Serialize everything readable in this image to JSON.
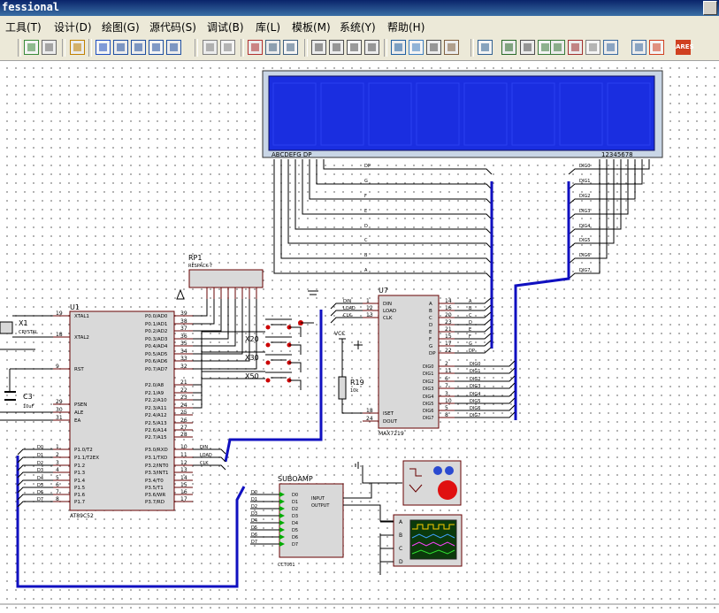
{
  "window": {
    "title": "fessional"
  },
  "menu": {
    "items": [
      "工具(T)",
      "设计(D)",
      "绘图(G)",
      "源代码(S)",
      "调试(B)",
      "库(L)",
      "模板(M)",
      "系统(Y)",
      "帮助(H)"
    ]
  },
  "toolbar": {
    "buttons": [
      "refresh-icon",
      "grid-icon",
      "origin-icon",
      "pan-icon",
      "zoom-in-icon",
      "zoom-out-icon",
      "zoom-all-icon",
      "zoom-area-icon",
      "undo-icon",
      "redo-icon",
      "cut-icon",
      "copy-icon",
      "paste-icon",
      "block-copy-icon",
      "block-move-icon",
      "block-rotate-icon",
      "block-delete-icon",
      "pick-device-icon",
      "make-device-icon",
      "packaging-tool-icon",
      "decompose-icon",
      "wire-autoroute-icon",
      "search-icon",
      "property-tool-icon",
      "design-explorer-icon",
      "new-sheet-icon",
      "remove-sheet-icon",
      "exit-to-parent-icon",
      "bill-of-materials-icon",
      "electrical-rule-check-icon",
      "netlist-to-ares-icon"
    ],
    "ares_label": "ARES"
  },
  "lcd": {
    "left_label": "ABCDEFG DP",
    "right_label": "12345678",
    "segment_nets": [
      "DP",
      "G",
      "F",
      "E",
      "D",
      "C",
      "B",
      "A"
    ],
    "digit_nets": [
      "DIG0",
      "DIG1",
      "DIG2",
      "DIG3",
      "DIG4",
      "DIG5",
      "DIG6",
      "DIG7"
    ]
  },
  "rp1": {
    "ref": "RP1",
    "value": "RESPACK-7"
  },
  "u1": {
    "ref": "U1",
    "part": "AT89C52",
    "left_pins": [
      {
        "num": "19",
        "name": "XTAL1"
      },
      {
        "num": "18",
        "name": "XTAL2"
      },
      {
        "num": "9",
        "name": "RST"
      },
      {
        "num": "29",
        "name": "PSEN"
      },
      {
        "num": "30",
        "name": "ALE"
      },
      {
        "num": "31",
        "name": "EA"
      },
      {
        "num": "1",
        "name": "P1.0/T2"
      },
      {
        "num": "2",
        "name": "P1.1/T2EX"
      },
      {
        "num": "3",
        "name": "P1.2"
      },
      {
        "num": "4",
        "name": "P1.3"
      },
      {
        "num": "5",
        "name": "P1.4"
      },
      {
        "num": "6",
        "name": "P1.5"
      },
      {
        "num": "7",
        "name": "P1.6"
      },
      {
        "num": "8",
        "name": "P1.7"
      }
    ],
    "left_nets": [
      "D0",
      "D1",
      "D2",
      "D3",
      "D4",
      "D5",
      "D6",
      "D7"
    ],
    "right_pins": [
      {
        "num": "39",
        "name": "P0.0/AD0"
      },
      {
        "num": "38",
        "name": "P0.1/AD1"
      },
      {
        "num": "37",
        "name": "P0.2/AD2"
      },
      {
        "num": "36",
        "name": "P0.3/AD3"
      },
      {
        "num": "35",
        "name": "P0.4/AD4"
      },
      {
        "num": "34",
        "name": "P0.5/AD5"
      },
      {
        "num": "33",
        "name": "P0.6/AD6"
      },
      {
        "num": "32",
        "name": "P0.7/AD7"
      },
      {
        "num": "21",
        "name": "P2.0/A8"
      },
      {
        "num": "22",
        "name": "P2.1/A9"
      },
      {
        "num": "23",
        "name": "P2.2/A10"
      },
      {
        "num": "24",
        "name": "P2.3/A11"
      },
      {
        "num": "25",
        "name": "P2.4/A12"
      },
      {
        "num": "26",
        "name": "P2.5/A13"
      },
      {
        "num": "27",
        "name": "P2.6/A14"
      },
      {
        "num": "28",
        "name": "P2.7/A15"
      },
      {
        "num": "10",
        "name": "P3.0/RXD"
      },
      {
        "num": "11",
        "name": "P3.1/TXD"
      },
      {
        "num": "12",
        "name": "P3.2/INT0"
      },
      {
        "num": "13",
        "name": "P3.3/INT1"
      },
      {
        "num": "14",
        "name": "P3.4/T0"
      },
      {
        "num": "15",
        "name": "P3.5/T1"
      },
      {
        "num": "16",
        "name": "P3.6/WR"
      },
      {
        "num": "17",
        "name": "P3.7/RD"
      }
    ],
    "right_nets": [
      "DIN",
      "LOAD",
      "CLK"
    ]
  },
  "x1": {
    "ref": "X1",
    "value": "CRYSTAL"
  },
  "c3": {
    "ref": "C3",
    "value": "10uF"
  },
  "switches": [
    "X20",
    "X30",
    "X50"
  ],
  "u7": {
    "ref": "U7",
    "part": "MAX7219",
    "left_pins": [
      {
        "num": "1",
        "name": "DIN"
      },
      {
        "num": "12",
        "name": "LOAD"
      },
      {
        "num": "13",
        "name": "CLK"
      },
      {
        "num": "18",
        "name": "ISET"
      },
      {
        "num": "24",
        "name": "DOUT"
      }
    ],
    "left_nets": [
      "DIN",
      "LOAD",
      "CLK"
    ],
    "seg_pins": [
      {
        "num": "14",
        "name": "A"
      },
      {
        "num": "16",
        "name": "B"
      },
      {
        "num": "20",
        "name": "C"
      },
      {
        "num": "23",
        "name": "D"
      },
      {
        "num": "21",
        "name": "E"
      },
      {
        "num": "15",
        "name": "F"
      },
      {
        "num": "17",
        "name": "G"
      },
      {
        "num": "22",
        "name": "DP"
      }
    ],
    "dig_pins": [
      {
        "num": "2",
        "name": "DIG0"
      },
      {
        "num": "11",
        "name": "DIG1"
      },
      {
        "num": "6",
        "name": "DIG2"
      },
      {
        "num": "7",
        "name": "DIG3"
      },
      {
        "num": "3",
        "name": "DIG4"
      },
      {
        "num": "10",
        "name": "DIG5"
      },
      {
        "num": "5",
        "name": "DIG6"
      },
      {
        "num": "8",
        "name": "DIG7"
      }
    ],
    "seg_nets": [
      "A",
      "B",
      "C",
      "D",
      "E",
      "F",
      "G",
      "DP"
    ],
    "dig_nets": [
      "DIG0",
      "DIG1",
      "DIG2",
      "DIG3",
      "DIG4",
      "DIG5",
      "DIG6",
      "DIG7"
    ]
  },
  "vcc": {
    "label": "VCC"
  },
  "r19": {
    "ref": "R19",
    "value": "10k"
  },
  "suboamp": {
    "title": "SUBOAMP",
    "part": "CCT001",
    "inputs": [
      "D0",
      "D1",
      "D2",
      "D3",
      "D4",
      "D5",
      "D6",
      "D7"
    ],
    "output_labels": [
      "INPUT",
      "OUTPUT"
    ]
  },
  "scope": {
    "channels": [
      "A",
      "B",
      "C",
      "D"
    ]
  }
}
